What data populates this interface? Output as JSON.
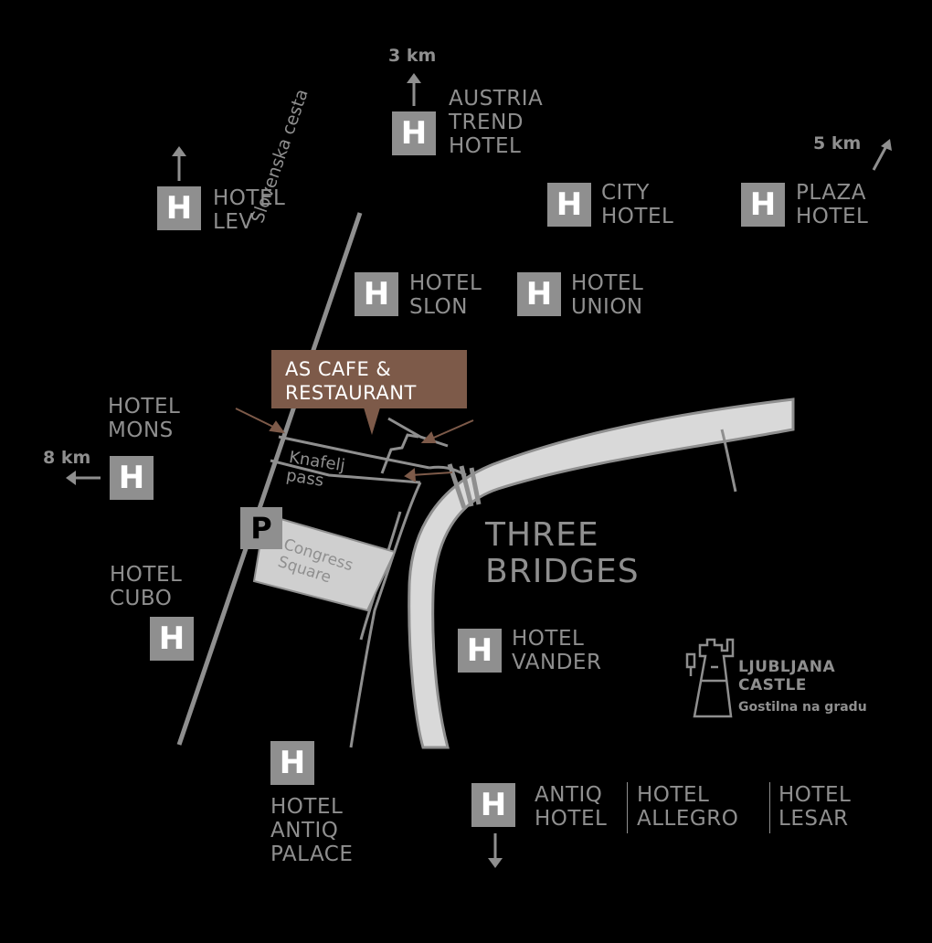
{
  "colors": {
    "background": "#000000",
    "map_gray": "#8f8f8f",
    "accent_brown": "#7d5a49",
    "river_fill": "#d9d9d9"
  },
  "hotel_icon": "H",
  "parking_icon": "P",
  "featured": {
    "label": "AS CAFE &\nRESTAURANT"
  },
  "landmark": {
    "name": "THREE\nBRIDGES"
  },
  "streets": {
    "slovenska": "Slovenska cesta",
    "knafelj": "Knafelj\npass",
    "congress": "Congress\nSquare"
  },
  "castle": {
    "name": "LJUBLJANA\nCASTLE",
    "subtitle": "Gostilna na gradu",
    "icon": "castle-icon"
  },
  "distances": {
    "austria_trend": "3 km",
    "plaza": "5 km",
    "mons": "8 km"
  },
  "hotels": {
    "austria_trend": "AUSTRIA\nTREND\nHOTEL",
    "lev": "HOTEL\nLEV",
    "city": "CITY\nHOTEL",
    "plaza": "PLAZA\nHOTEL",
    "slon": "HOTEL\nSLON",
    "union": "HOTEL\nUNION",
    "mons": "HOTEL\nMONS",
    "cubo": "HOTEL\nCUBO",
    "vander": "HOTEL\nVANDER",
    "antiq_palace": "HOTEL\nANTIQ\nPALACE",
    "antiq_hotel": "ANTIQ\nHOTEL",
    "allegro": "HOTEL\nALLEGRO",
    "lesar": "HOTEL\nLESAR"
  }
}
